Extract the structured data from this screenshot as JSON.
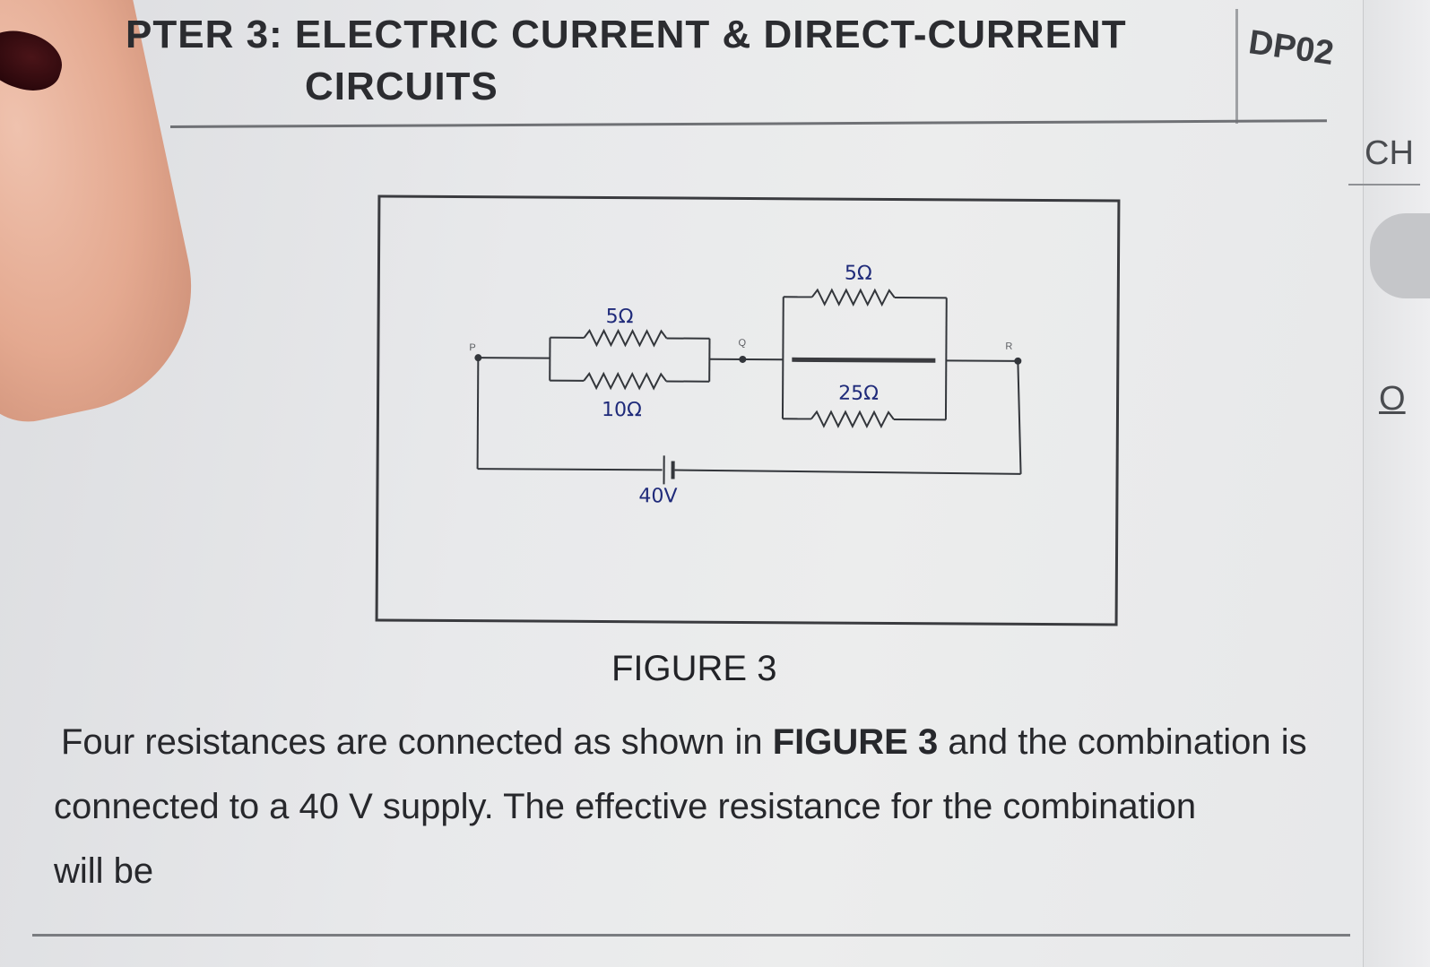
{
  "header": {
    "title_line1": "PTER 3: ELECTRIC CURRENT & DIRECT-CURRENT",
    "title_line2": "CIRCUITS",
    "code": "DP02"
  },
  "side": {
    "label_top": "CH",
    "label_mid": "O"
  },
  "figure": {
    "resistors": [
      {
        "label": "5Ω",
        "branch": "left-top"
      },
      {
        "label": "10Ω",
        "branch": "left-bottom"
      },
      {
        "label": "5Ω",
        "branch": "right-top"
      },
      {
        "label": "25Ω",
        "branch": "right-bottom"
      }
    ],
    "points": {
      "p": "P",
      "q": "Q",
      "r": "R"
    },
    "source_label": "40V",
    "caption": "FIGURE 3"
  },
  "question": {
    "line1_pre": "Four resistances are connected as shown in ",
    "line1_ref": "FIGURE 3",
    "line1_post": " and the combination is",
    "line2": "connected to a 40 V supply. The effective resistance for the combination",
    "line3": "will be"
  }
}
